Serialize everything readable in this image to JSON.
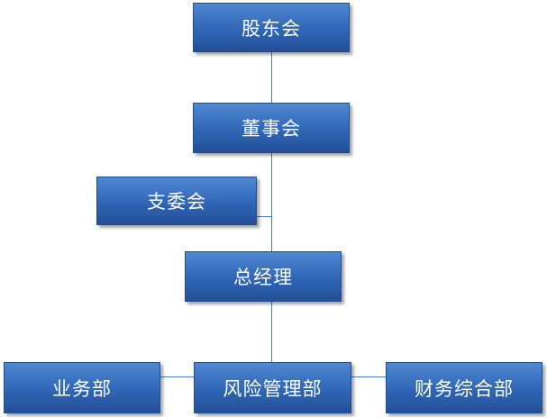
{
  "diagram": {
    "type": "org-chart",
    "accent_color": "#2f66b6",
    "nodes": {
      "shareholders": "股东会",
      "board": "董事会",
      "party_branch": "支委会",
      "general_manager": "总经理",
      "business_dept": "业务部",
      "risk_dept": "风险管理部",
      "finance_dept": "财务综合部"
    }
  }
}
